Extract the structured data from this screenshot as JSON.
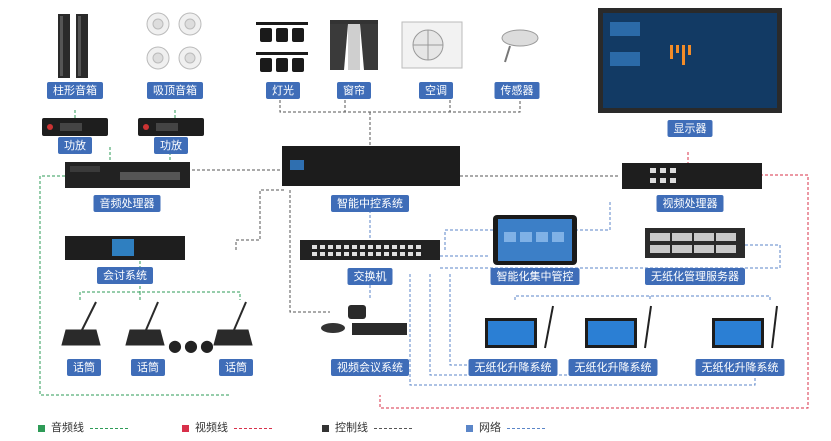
{
  "nodes": {
    "column_speaker": "柱形音箱",
    "ceiling_speaker": "吸顶音箱",
    "amp_1": "功放",
    "amp_2": "功放",
    "audio_processor": "音频处理器",
    "conference_system": "会讨系统",
    "mic_1": "话筒",
    "mic_2": "话筒",
    "mic_3": "话筒",
    "ellipsis": "●●●",
    "lighting": "灯光",
    "curtain": "窗帘",
    "ac": "空调",
    "sensor": "传感器",
    "central_control": "智能中控系统",
    "switch": "交换机",
    "smart_control": "智能化集中管控",
    "video_conference": "视频会议系统",
    "display": "显示器",
    "video_processor": "视频处理器",
    "paperless_server": "无纸化管理服务器",
    "paperless_lift_1": "无纸化升降系统",
    "paperless_lift_2": "无纸化升降系统",
    "paperless_lift_3": "无纸化升降系统"
  },
  "legend": {
    "audio": "音频线",
    "video": "视频线",
    "control": "控制线",
    "network": "网络"
  },
  "colors": {
    "audio": "#2e9b57",
    "video": "#d8304a",
    "control": "#555555",
    "network": "#5b86c8",
    "label_bg": "#3f6db8"
  }
}
